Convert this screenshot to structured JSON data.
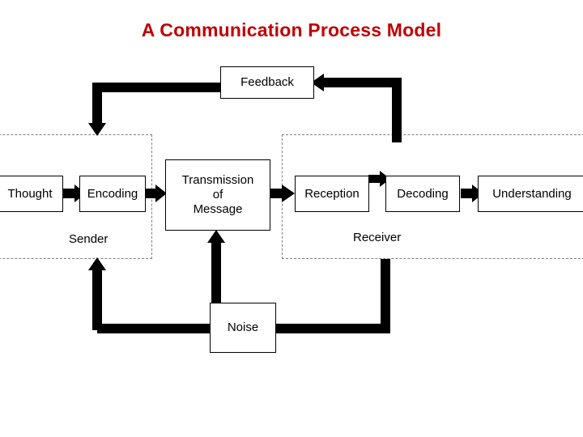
{
  "title": "A Communication Process Model",
  "colors": {
    "title": "#C00000",
    "box_border": "#000000",
    "arrow": "#000000",
    "dashed_group": "#808080",
    "background": "#FFFFFF"
  },
  "nodes": {
    "feedback": "Feedback",
    "thought": "Thought",
    "encoding": "Encoding",
    "transmission": "Transmission\nof\nMessage",
    "transmission_line1": "Transmission",
    "transmission_line2": "of",
    "transmission_line3": "Message",
    "reception": "Reception",
    "decoding": "Decoding",
    "understanding": "Understanding",
    "noise": "Noise"
  },
  "groups": {
    "sender": "Sender",
    "receiver": "Receiver"
  },
  "diagram_flow": [
    "Thought -> Encoding",
    "Encoding -> Transmission of Message",
    "Transmission of Message -> Reception",
    "Reception -> Decoding",
    "Decoding -> Understanding",
    "Noise -> Transmission of Message",
    "Receiver -> Feedback -> Sender"
  ]
}
